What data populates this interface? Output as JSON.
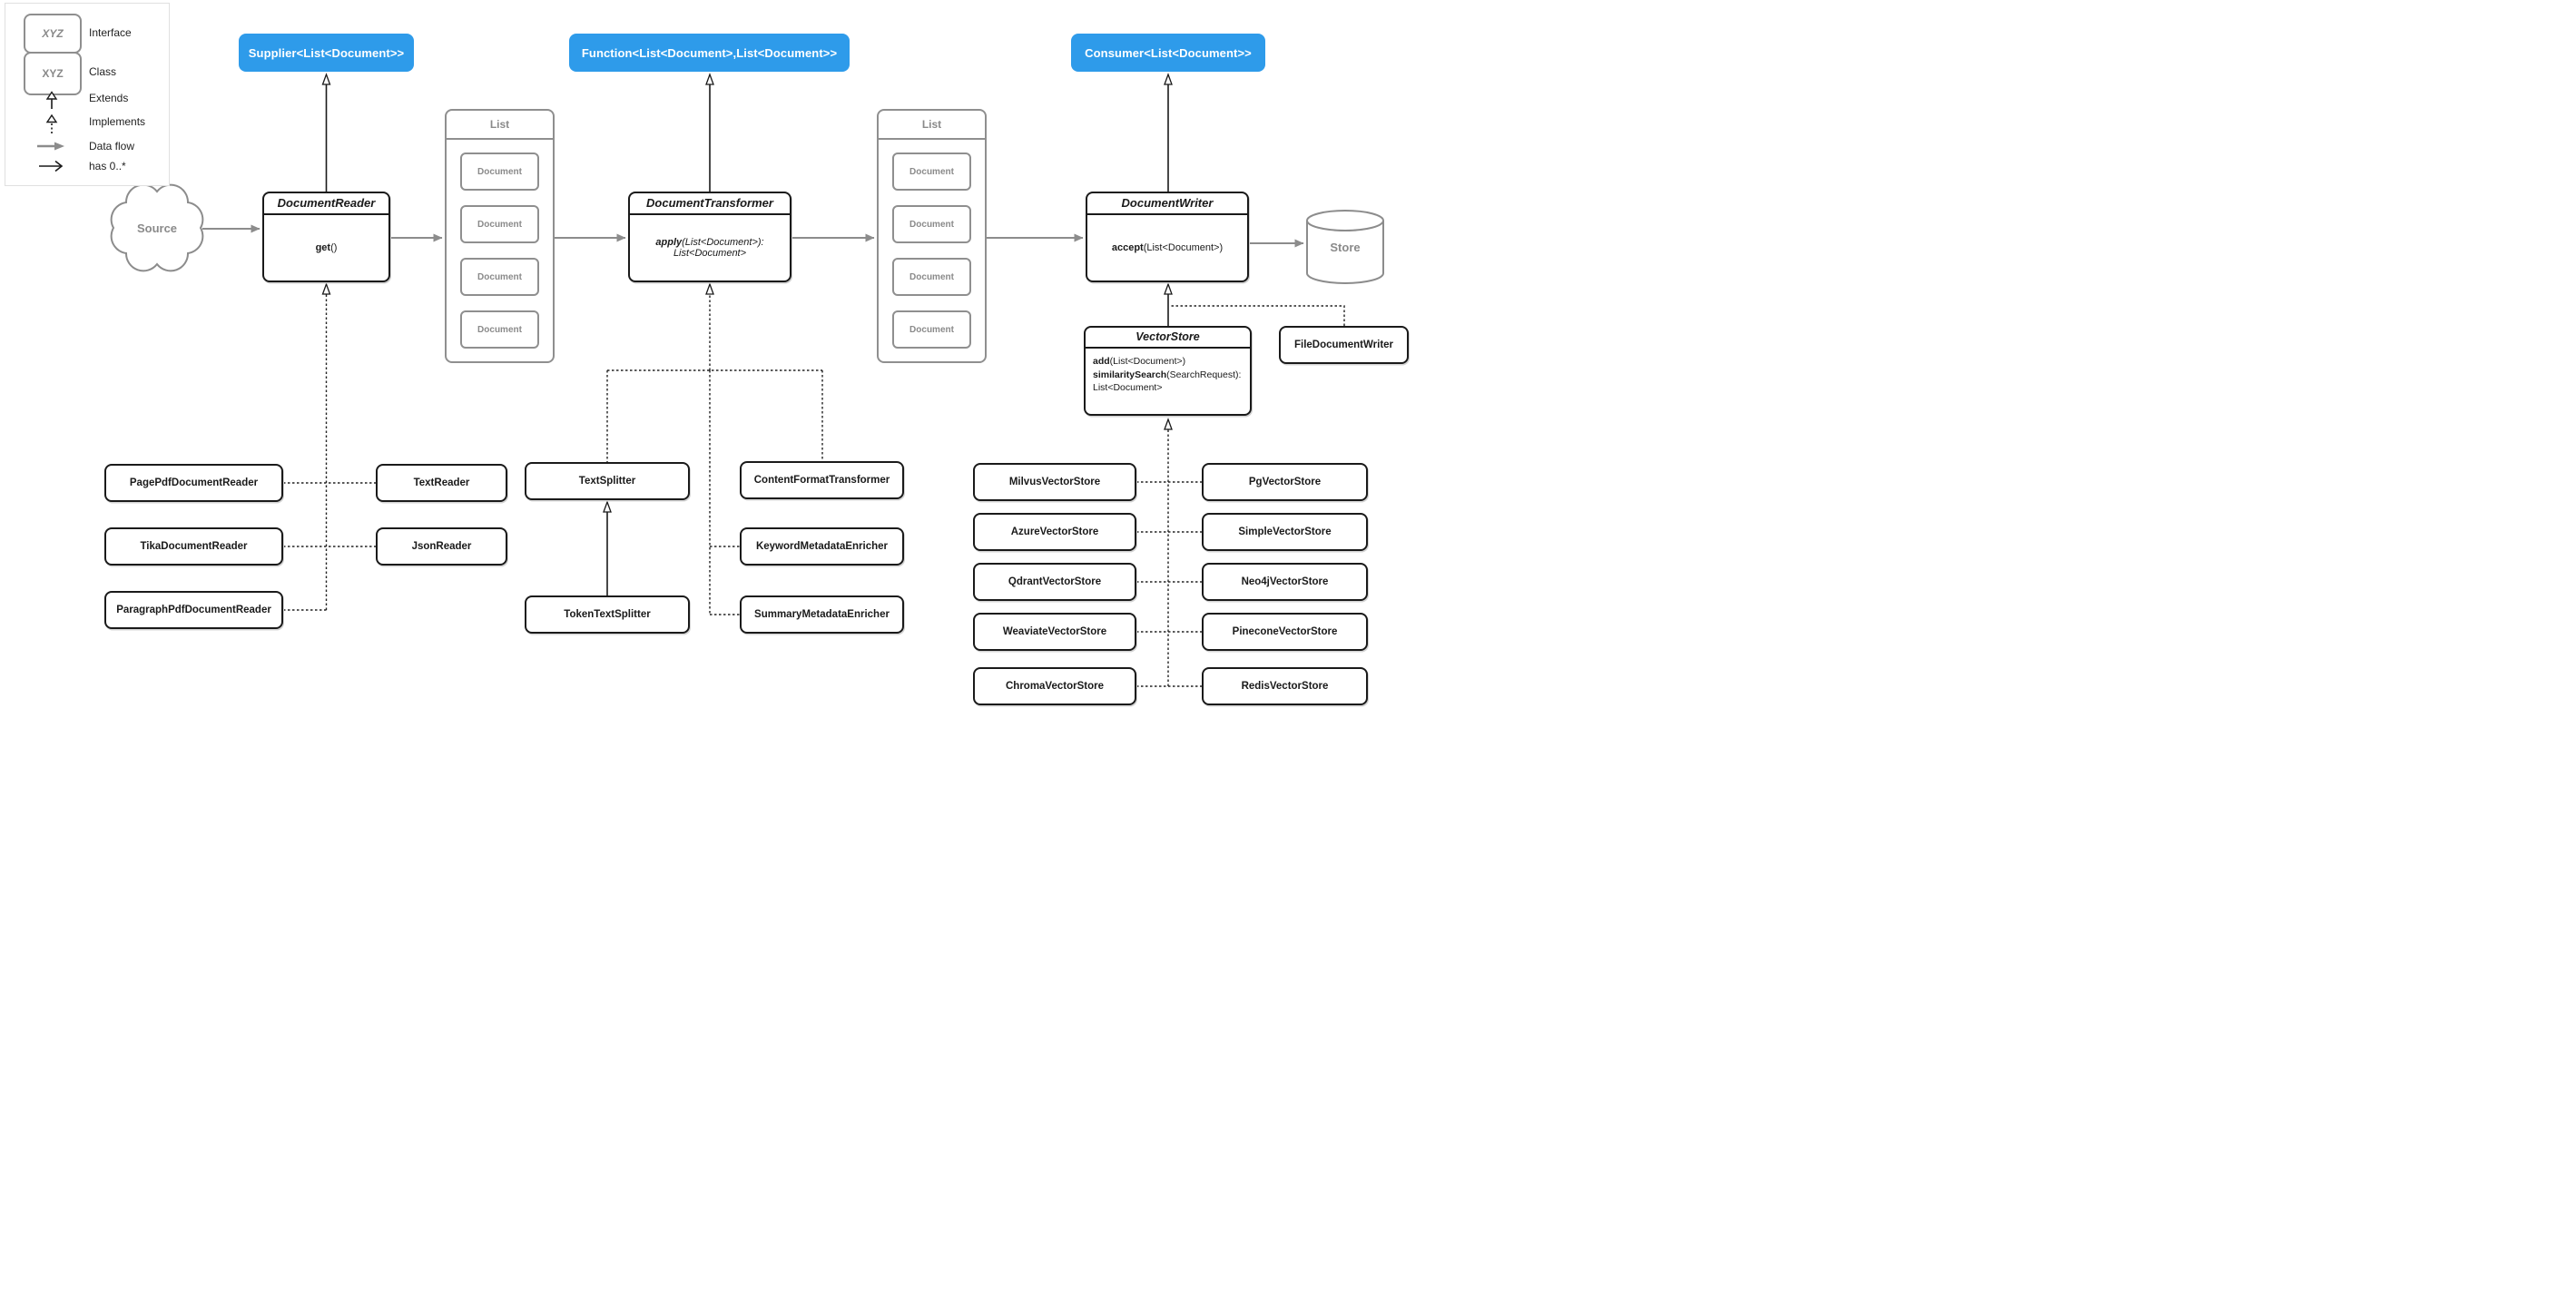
{
  "colors": {
    "accent_blue": "#2E9BEA",
    "flow_gray": "#8C8C8C",
    "line_dark": "#1A1A1A"
  },
  "legend": {
    "interface_sample": "XYZ",
    "class_sample": "XYZ",
    "interface_label": "Interface",
    "class_label": "Class",
    "extends_label": "Extends",
    "implements_label": "Implements",
    "dataflow_label": "Data flow",
    "has_label": "has 0..*"
  },
  "interfaces_row": {
    "supplier": "Supplier<List<Document>>",
    "function": "Function<List<Document>,List<Document>>",
    "consumer": "Consumer<List<Document>>"
  },
  "pipeline": {
    "source": "Source",
    "store": "Store",
    "document_reader": {
      "title": "DocumentReader",
      "method_name": "get",
      "method_rest": "()"
    },
    "document_transformer": {
      "title": "DocumentTransformer",
      "method_name": "apply",
      "method_rest": "(List<Document>):",
      "method_line2": "List<Document>"
    },
    "document_writer": {
      "title": "DocumentWriter",
      "method_name": "accept",
      "method_rest": "(List<Document>)"
    },
    "list1": {
      "title": "List",
      "items": [
        "Document",
        "Document",
        "Document",
        "Document"
      ]
    },
    "list2": {
      "title": "List",
      "items": [
        "Document",
        "Document",
        "Document",
        "Document"
      ]
    }
  },
  "vector_store": {
    "title": "VectorStore",
    "method1_name": "add",
    "method1_rest": "(List<Document>)",
    "method2_name": "similaritySearch",
    "method2_rest": "(SearchRequest):",
    "method3": "List<Document>"
  },
  "classes": {
    "file_document_writer": "FileDocumentWriter",
    "readers_left": [
      "PagePdfDocumentReader",
      "TikaDocumentReader",
      "ParagraphPdfDocumentReader"
    ],
    "readers_right": [
      "TextReader",
      "JsonReader"
    ],
    "text_splitter": "TextSplitter",
    "token_text_splitter": "TokenTextSplitter",
    "transformers": [
      "ContentFormatTransformer",
      "KeywordMetadataEnricher",
      "SummaryMetadataEnricher"
    ],
    "vector_stores_left": [
      "MilvusVectorStore",
      "AzureVectorStore",
      "QdrantVectorStore",
      "WeaviateVectorStore",
      "ChromaVectorStore"
    ],
    "vector_stores_right": [
      "PgVectorStore",
      "SimpleVectorStore",
      "Neo4jVectorStore",
      "PineconeVectorStore",
      "RedisVectorStore"
    ]
  }
}
